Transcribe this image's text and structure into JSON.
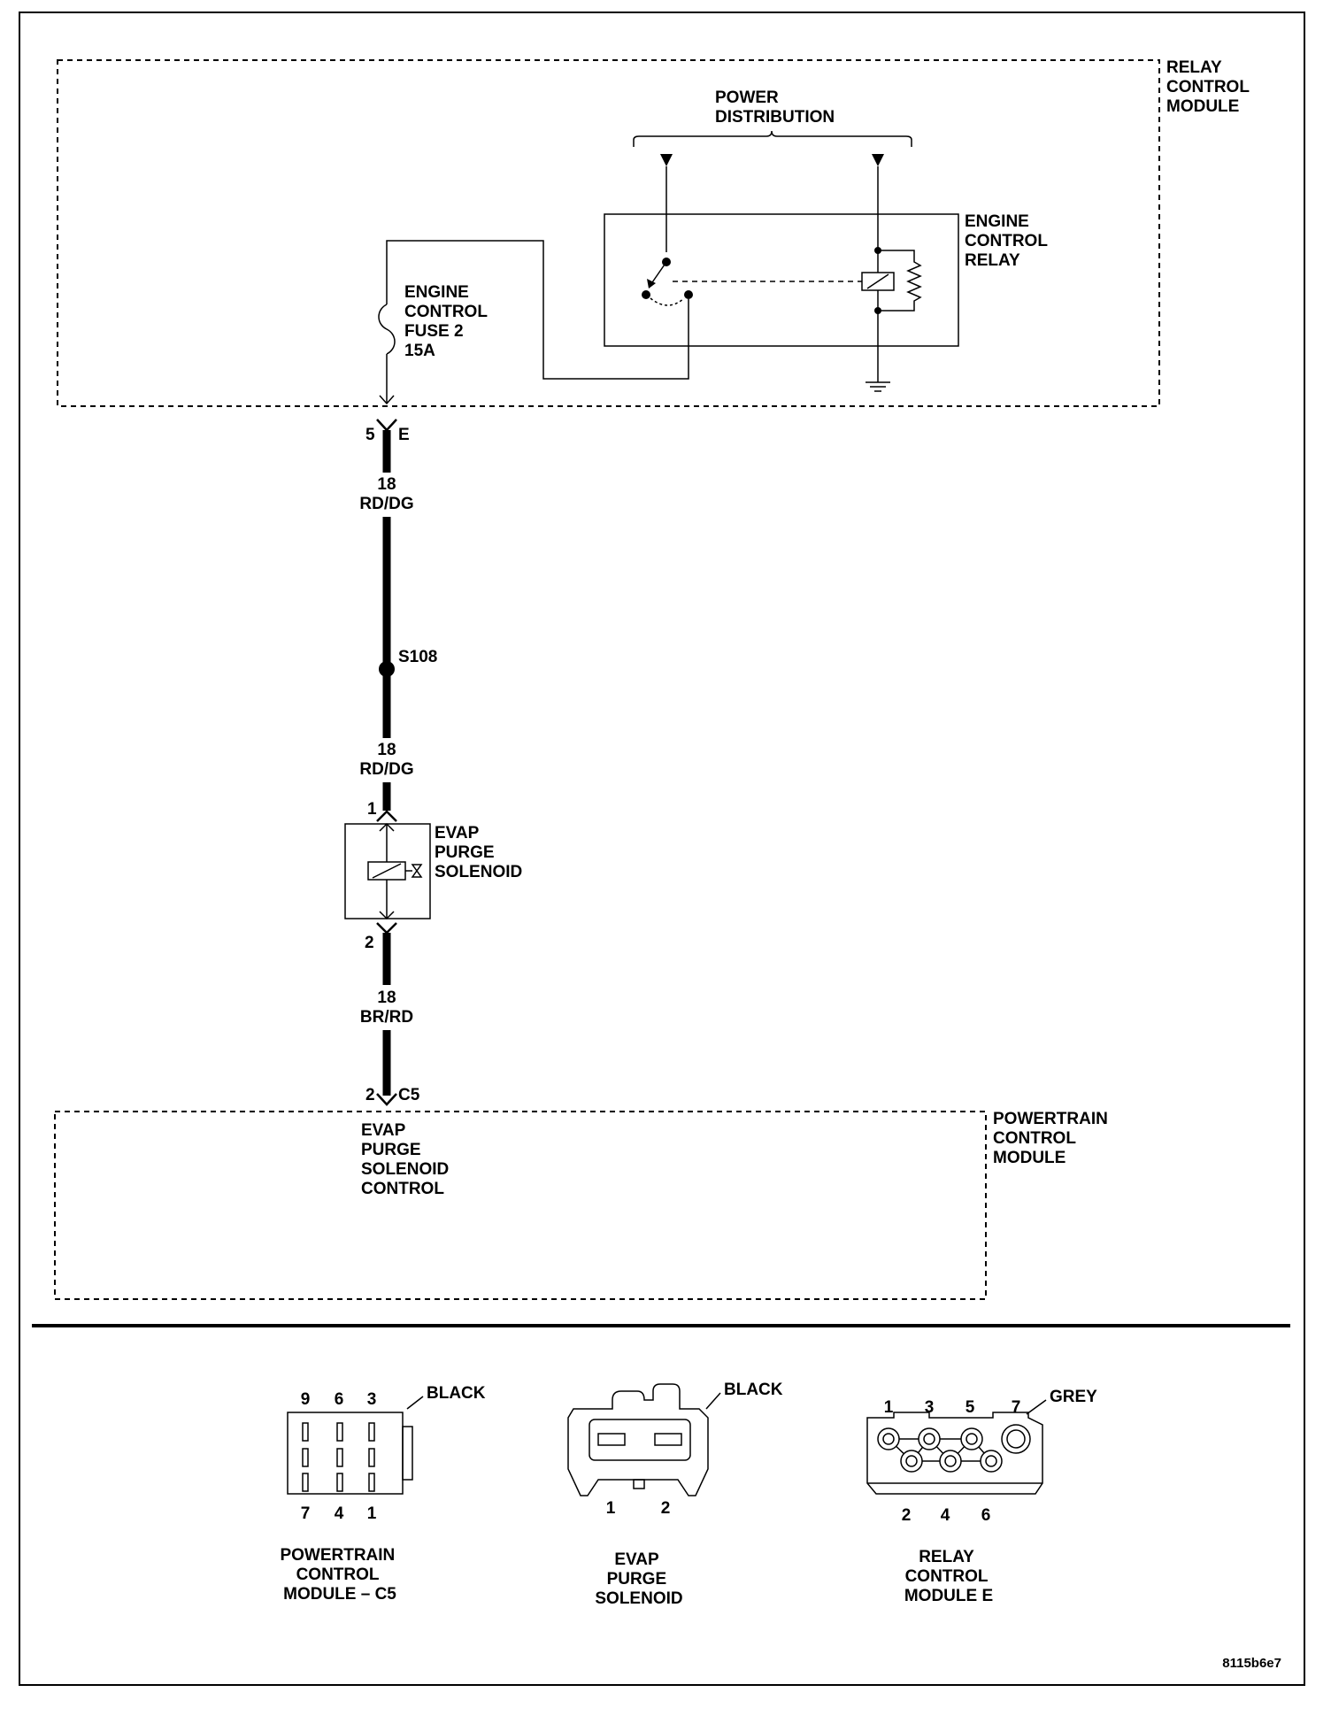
{
  "modules": {
    "relay_control_module": {
      "lines": [
        "RELAY",
        "CONTROL",
        "MODULE"
      ]
    },
    "powertrain_control_module": {
      "lines": [
        "POWERTRAIN",
        "CONTROL",
        "MODULE"
      ]
    }
  },
  "power_distribution": {
    "lines": [
      "POWER",
      "DISTRIBUTION"
    ]
  },
  "engine_control_relay": {
    "lines": [
      "ENGINE",
      "CONTROL",
      "RELAY"
    ]
  },
  "fuse": {
    "lines": [
      "ENGINE",
      "CONTROL",
      "FUSE 2",
      "15A"
    ]
  },
  "connector_top": {
    "pin": "5",
    "id": "E"
  },
  "wire_upper": {
    "gauge": "18",
    "color": "RD/DG"
  },
  "splice": {
    "id": "S108"
  },
  "wire_middle": {
    "gauge": "18",
    "color": "RD/DG"
  },
  "solenoid": {
    "lines": [
      "EVAP",
      "PURGE",
      "SOLENOID"
    ],
    "pin_top": "1",
    "pin_bottom": "2"
  },
  "wire_lower": {
    "gauge": "18",
    "color": "BR/RD"
  },
  "connector_bottom": {
    "pin": "2",
    "id": "C5"
  },
  "pcm_function": {
    "lines": [
      "EVAP",
      "PURGE",
      "SOLENOID",
      "CONTROL"
    ]
  },
  "connector_views": [
    {
      "color": "BLACK",
      "pins_top": [
        "9",
        "6",
        "3"
      ],
      "pins_bottom": [
        "7",
        "4",
        "1"
      ],
      "lines": [
        "POWERTRAIN",
        "CONTROL",
        "MODULE – C5"
      ]
    },
    {
      "color": "BLACK",
      "pins": [
        "1",
        "2"
      ],
      "lines": [
        "EVAP",
        "PURGE",
        "SOLENOID"
      ]
    },
    {
      "color": "GREY",
      "pins_top": [
        "1",
        "3",
        "5",
        "7"
      ],
      "pins_bottom": [
        "2",
        "4",
        "6"
      ],
      "lines": [
        "RELAY",
        "CONTROL",
        "MODULE E"
      ]
    }
  ],
  "figure_id": "8115b6e7"
}
